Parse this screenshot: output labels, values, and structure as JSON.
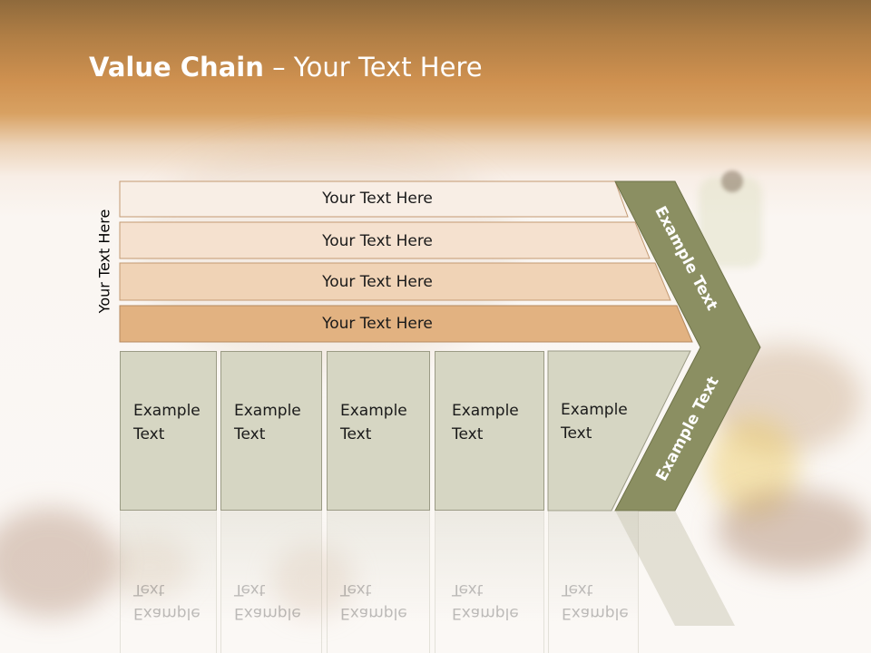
{
  "slide": {
    "title_bold": "Value Chain",
    "title_rest": " – Your Text Here",
    "side_label": "Your Text Here",
    "rows": [
      {
        "label": "Your Text Here",
        "color": "#f8eee5"
      },
      {
        "label": "Your Text Here",
        "color": "#f5e1cf"
      },
      {
        "label": "Your Text Here",
        "color": "#f0d3b6"
      },
      {
        "label": "Your Text Here",
        "color": "#e2b281"
      }
    ],
    "boxes": [
      {
        "line1": "Example",
        "line2": "Text"
      },
      {
        "line1": "Example",
        "line2": "Text"
      },
      {
        "line1": "Example",
        "line2": "Text"
      },
      {
        "line1": "Example",
        "line2": "Text"
      },
      {
        "line1": "Example",
        "line2": "Text"
      }
    ],
    "chevron": {
      "upper_label": "Example Text",
      "lower_label": "Example Text",
      "color": "#8b8f62"
    }
  }
}
